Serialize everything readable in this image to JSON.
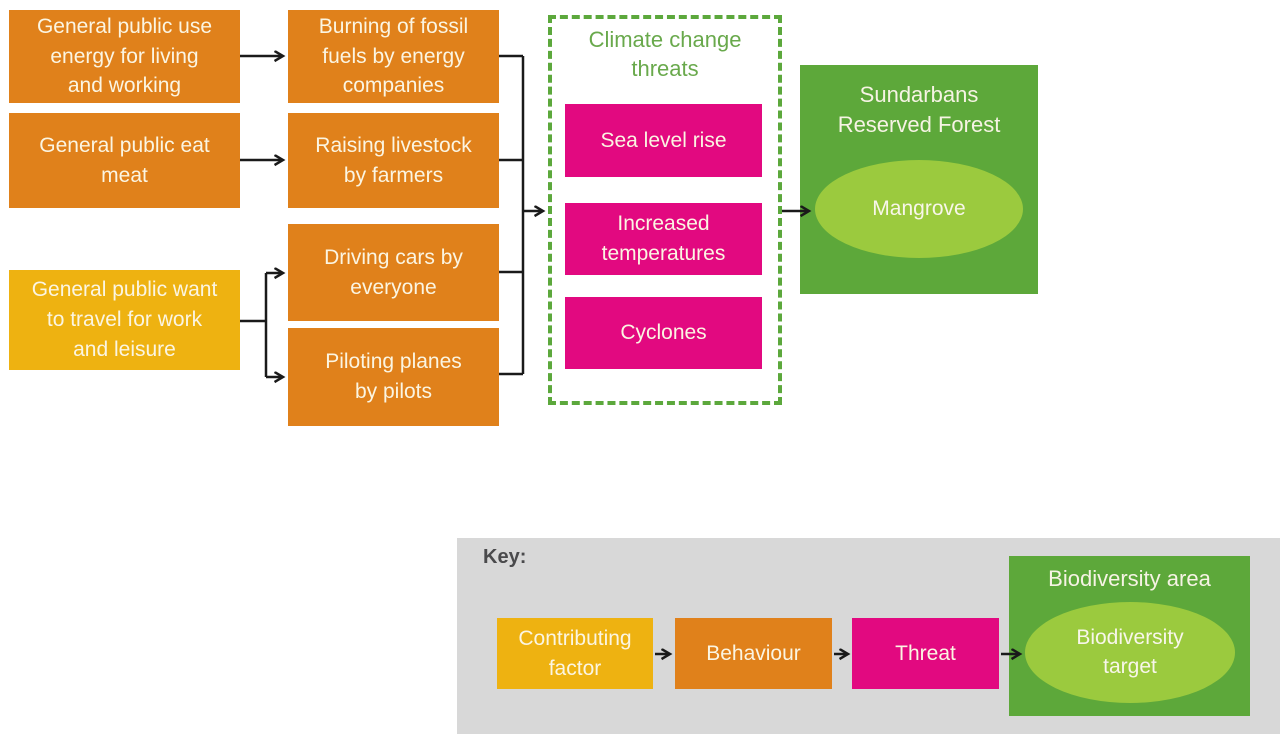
{
  "colors": {
    "orange": "#E0811B",
    "yellow": "#EEB211",
    "magenta": "#E20980",
    "green": "#5DA83A",
    "light_green": "#9BCA3E",
    "dashed_border_green": "#5CA83C",
    "group_title_green": "#69A94C",
    "key_panel_gray": "#D8D8D8",
    "key_heading_gray": "#4A4A4C",
    "box_text_cream": "#FBF5E2",
    "arrow_black": "#1A1A1A"
  },
  "flow": {
    "contributing": [
      {
        "label": "General public use\nenergy for living\nand working"
      },
      {
        "label": "General public eat\nmeat"
      },
      {
        "label": "General public want\nto travel for work\nand leisure"
      }
    ],
    "behaviours": [
      {
        "label": "Burning of fossil\nfuels by energy\ncompanies"
      },
      {
        "label": "Raising livestock\nby farmers"
      },
      {
        "label": "Driving cars by\neveryone"
      },
      {
        "label": "Piloting planes\nby pilots"
      }
    ],
    "threats": {
      "title": "Climate change\nthreats",
      "items": [
        {
          "label": "Sea level rise"
        },
        {
          "label": "Increased\ntemperatures"
        },
        {
          "label": "Cyclones"
        }
      ]
    },
    "biodiversity": {
      "area_title": "Sundarbans\nReserved Forest",
      "target": "Mangrove"
    }
  },
  "key": {
    "heading": "Key:",
    "contributing_factor": "Contributing\nfactor",
    "behaviour": "Behaviour",
    "threat": "Threat",
    "area_title": "Biodiversity area",
    "target": "Biodiversity\ntarget"
  }
}
